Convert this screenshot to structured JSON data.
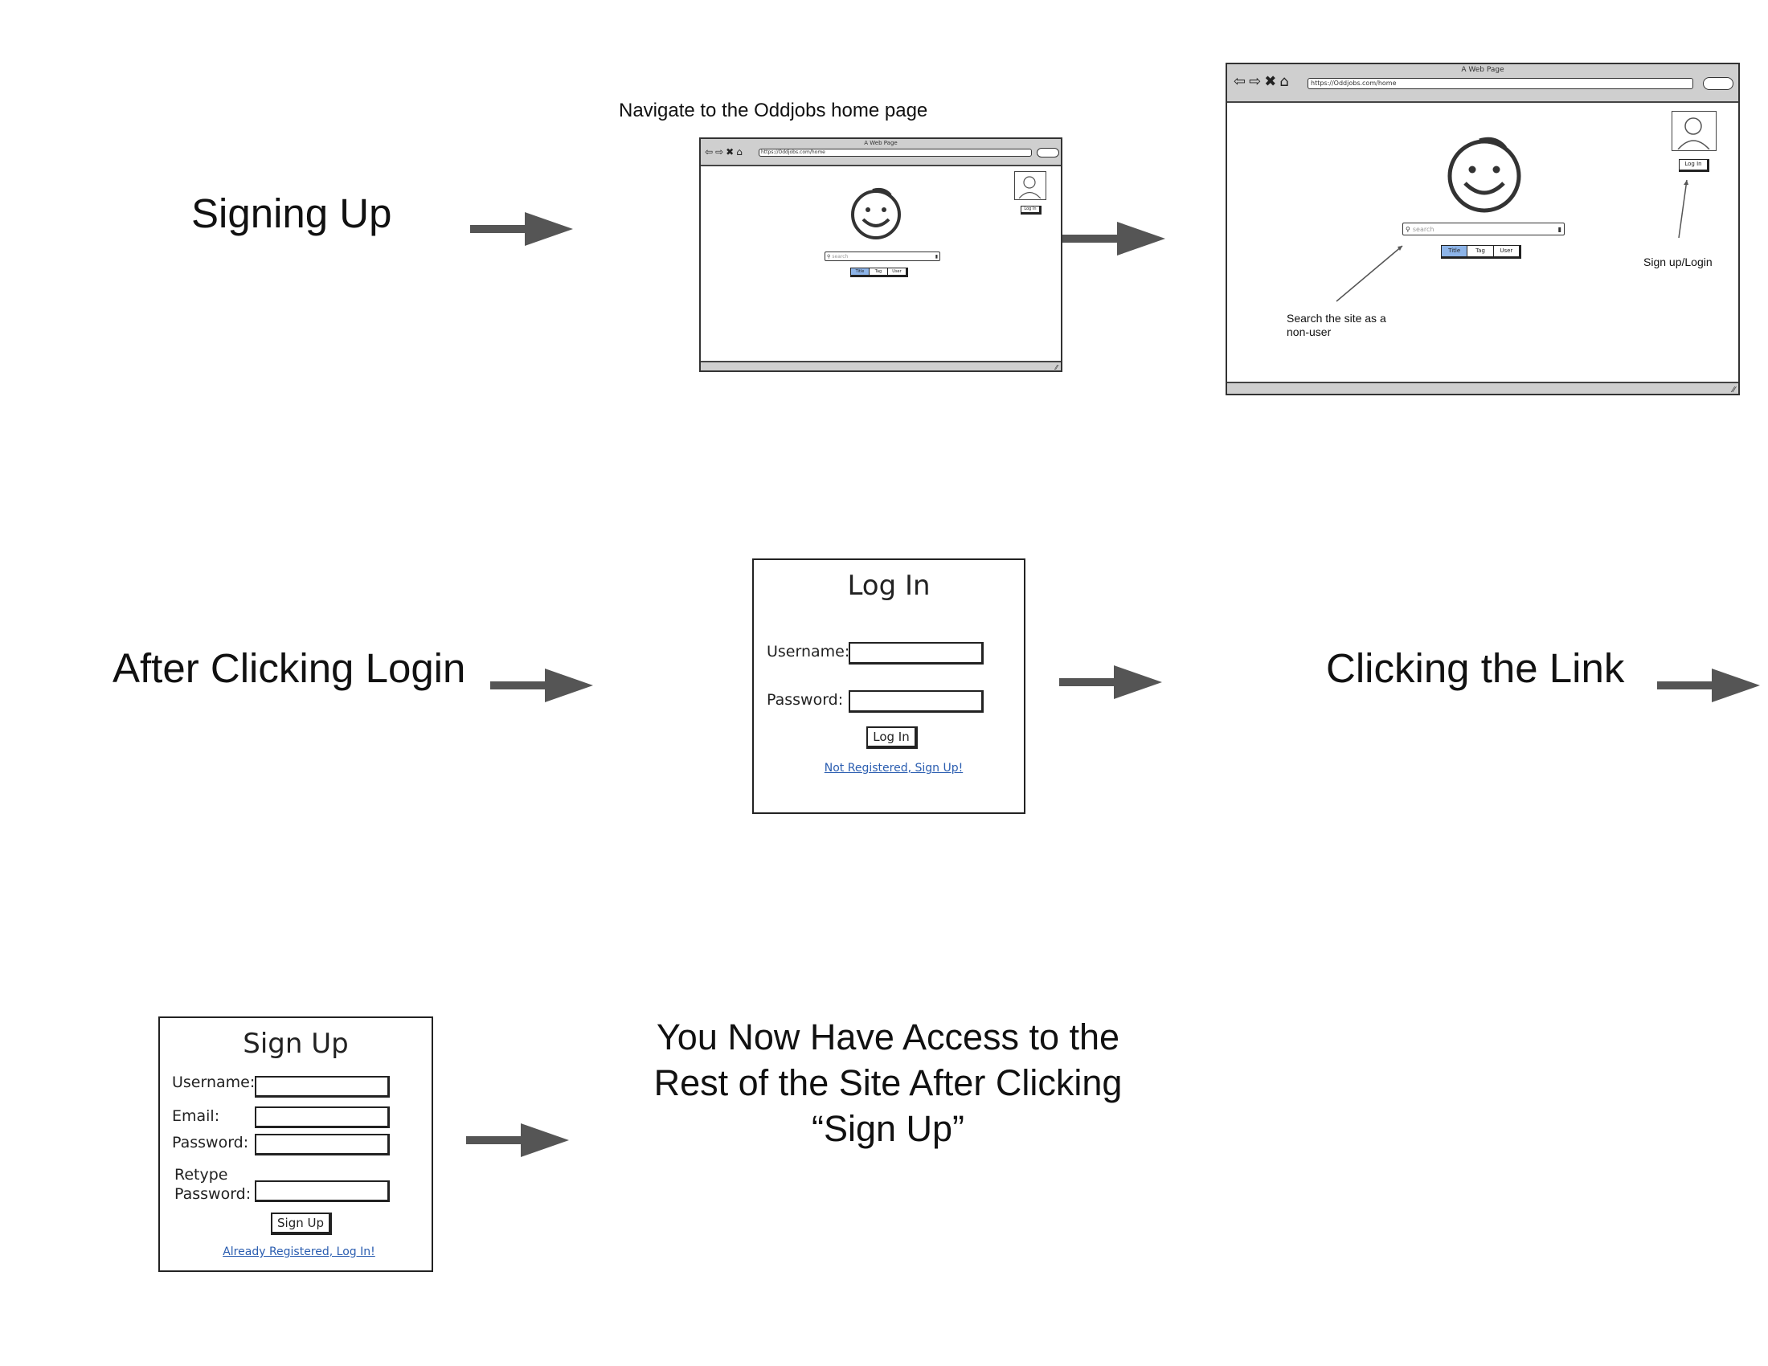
{
  "headings": {
    "signing_up": "Signing Up",
    "after_clicking_login": "After Clicking Login",
    "clicking_the_link": "Clicking the Link"
  },
  "captions": {
    "navigate": "Navigate to the Oddjobs home page",
    "search_note": "Search the site as a\nnon-user",
    "signup_note": "Sign up/Login"
  },
  "final_text": "You Now Have Access to the\nRest of the Site After Clicking\n“Sign Up”",
  "browser_small": {
    "window_title": "A Web Page",
    "url": "https://Oddjobs.com/home",
    "search_placeholder": "search",
    "toggles": [
      "Title",
      "Tag",
      "User"
    ],
    "login_button": "Log In"
  },
  "browser_large": {
    "window_title": "A Web Page",
    "url": "https://Oddjobs.com/home",
    "search_placeholder": "search",
    "toggles": [
      "Title",
      "Tag",
      "User"
    ],
    "login_button": "Log In"
  },
  "login_form": {
    "title": "Log In",
    "username_label": "Username:",
    "password_label": "Password:",
    "button": "Log In",
    "link": "Not Registered, Sign Up!"
  },
  "signup_form": {
    "title": "Sign Up",
    "username_label": "Username:",
    "email_label": "Email:",
    "password_label": "Password:",
    "retype_label": "Retype\nPassword:",
    "button": "Sign Up",
    "link": "Already Registered, Log In!"
  },
  "icons": {
    "arrow": "right-arrow-icon",
    "back": "back-arrow-icon",
    "forward": "forward-arrow-icon",
    "stop": "close-icon",
    "home": "home-icon",
    "search": "search-icon",
    "mic": "mic-icon",
    "face": "smiley-face-icon",
    "avatar": "user-avatar-icon",
    "resize": "resize-grip-icon"
  },
  "colors": {
    "arrow": "#555555",
    "chrome": "#cfcfcf",
    "toggle_selected": "#8db4e8",
    "link": "#2a5db0"
  }
}
